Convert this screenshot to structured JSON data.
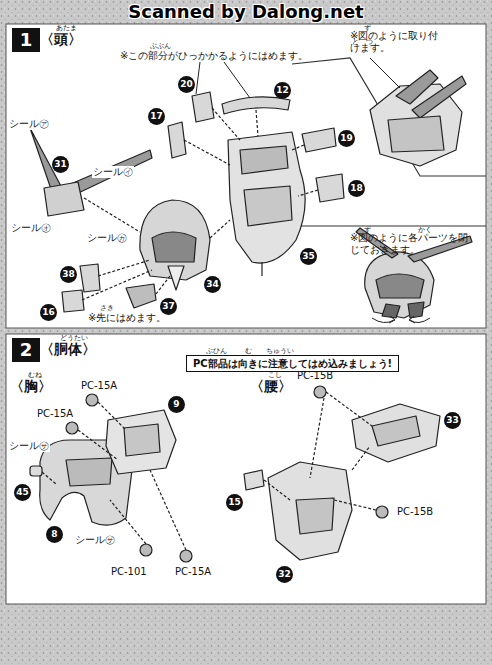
{
  "diagram": {
    "nodes": [
      {
        "text": [
          "1"
        ]
      },
      {
        "text": [
          "2"
        ]
      },
      {
        "text": [
          "PC部品は向きに注意してはめ込みましょう!"
        ]
      }
    ],
    "labels": [
      "Scanned by Dalong.net",
      "〈頭〉",
      "あたま",
      "※この部分がひっかかるようにはめます。",
      "ぶぶん",
      "※図のように取り付けます。",
      "ず",
      "と",
      "つ",
      "20",
      "12",
      "17",
      "19",
      "18",
      "35",
      "34",
      "31",
      "シール㋐",
      "シール㋑",
      "シール㋔",
      "シール㋕",
      "38",
      "37",
      "16",
      "※先にはめます。",
      "さき",
      "※図のように各パーツを閉じておきます。",
      "ず",
      "かく",
      "〈胴体〉",
      "どうたい",
      "ぶひん",
      "む",
      "ちゅうい",
      "〈胸〉",
      "むね",
      "PC-15A",
      "PC-15A",
      "9",
      "シール㋚",
      "45",
      "8",
      "シール㋚",
      "PC-101",
      "PC-15A",
      "〈腰〉",
      "こし",
      "PC-15B",
      "33",
      "15",
      "32",
      "PC-15B"
    ]
  }
}
